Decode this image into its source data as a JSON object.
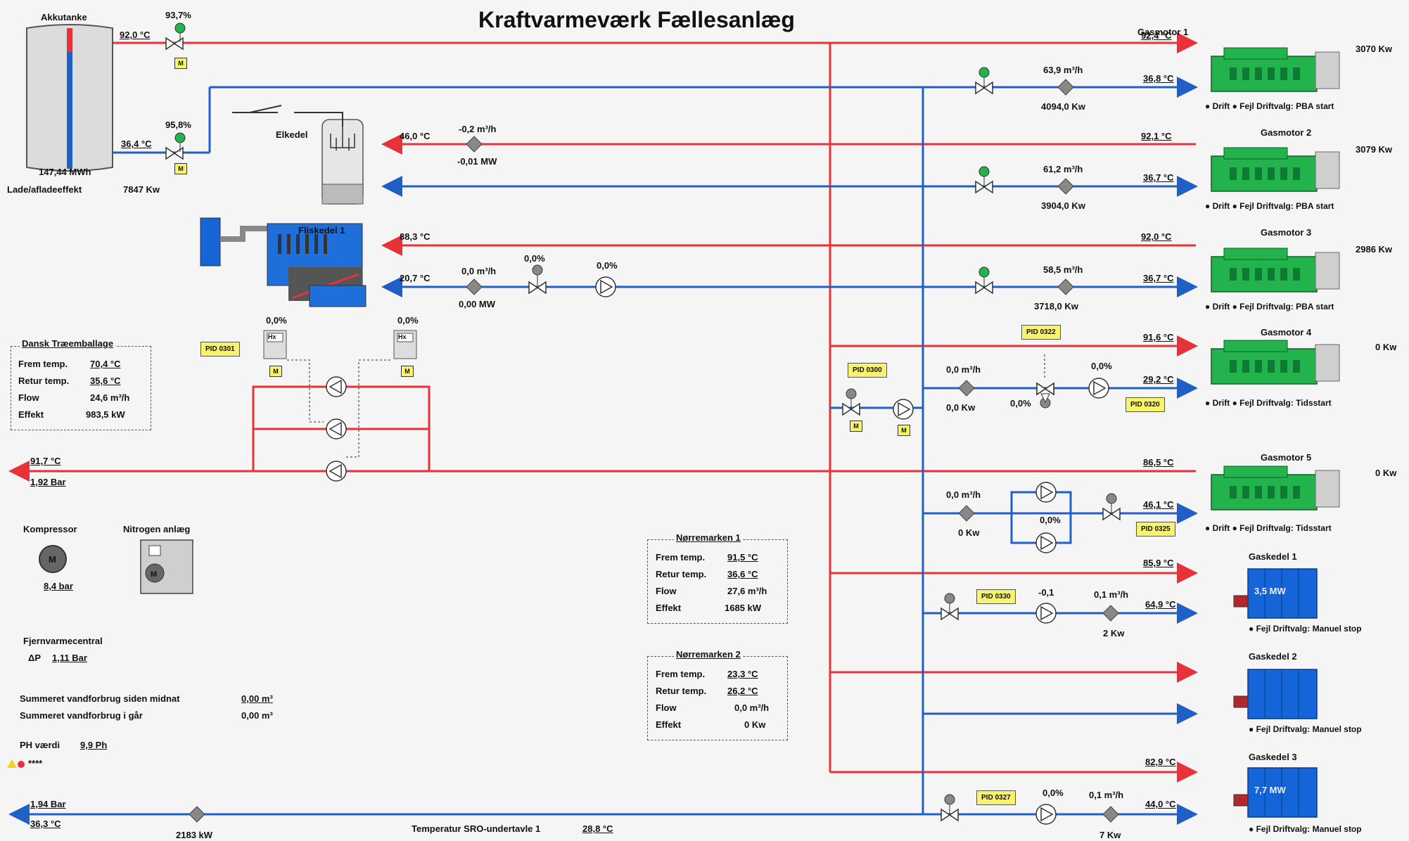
{
  "title": "Kraftvarmeværk Fællesanlæg",
  "colors": {
    "hot_pipe": "#e8323a",
    "cold_pipe": "#1f5fc6",
    "engine": "#22b34c",
    "boiler": "#1565d8",
    "pid_bg": "#f7f36a"
  },
  "akkutanke": {
    "label": "Akkutanke",
    "valve_top_pct": "93,7%",
    "valve_bottom_pct": "95,8%",
    "temp_top": "92,0 °C",
    "temp_bottom": "36,4 °C",
    "energy": "147,44 MWh",
    "power_label": "Lade/afladeeffekt",
    "power": "7847 Kw"
  },
  "elkedel": {
    "label": "Elkedel",
    "temp": "46,0 °C",
    "flow": "-0,2 m³/h",
    "power": "-0,01 MW"
  },
  "fliskedel": {
    "label": "Fliskedel 1",
    "temp_hot": "88,3 °C",
    "temp_cold": "20,7 °C",
    "flow": "0,0 m³/h",
    "power": "0,00 MW",
    "valve_pct": "0,0%",
    "pump_pct": "0,0%"
  },
  "gasmotors": [
    {
      "name": "Gasmotor 1",
      "power": "3070 Kw",
      "hot_temp": "92,4 °C",
      "cold_temp": "36,8 °C",
      "flow": "63,9 m³/h",
      "heat": "4094,0 Kw",
      "status": "● Drift  ● Fejl  Driftvalg: PBA start"
    },
    {
      "name": "Gasmotor 2",
      "power": "3079 Kw",
      "hot_temp": "92,1 °C",
      "cold_temp": "36,7 °C",
      "flow": "61,2 m³/h",
      "heat": "3904,0 Kw",
      "status": "● Drift  ● Fejl  Driftvalg: PBA start"
    },
    {
      "name": "Gasmotor 3",
      "power": "2986 Kw",
      "hot_temp": "92,0 °C",
      "cold_temp": "36,7 °C",
      "flow": "58,5 m³/h",
      "heat": "3718,0 Kw",
      "status": "● Drift  ● Fejl  Driftvalg: PBA start"
    },
    {
      "name": "Gasmotor 4",
      "power": "0 Kw",
      "hot_temp": "91,6 °C",
      "cold_temp": "29,2 °C",
      "flow": "0,0 m³/h",
      "heat": "0,0 Kw",
      "status": "● Drift  ● Fejl  Driftvalg: Tidsstart",
      "valve_pct": "0,0%",
      "pump_pct": "0,0%",
      "pid": "PID 0322",
      "pid2": "PID 0320"
    },
    {
      "name": "Gasmotor 5",
      "power": "0 Kw",
      "hot_temp": "86,5 °C",
      "cold_temp": "46,1 °C",
      "flow": "0,0 m³/h",
      "heat": "0 Kw",
      "status": "● Drift  ● Fejl  Driftvalg: Tidsstart",
      "pump_pct": "0,0%",
      "pid": "PID 0325"
    }
  ],
  "gaskedels": [
    {
      "name": "Gaskedel 1",
      "rating": "3,5 MW",
      "hot_temp": "85,9 °C",
      "cold_temp": "64,9 °C",
      "flow": "0,1 m³/h",
      "heat": "2 Kw",
      "pump_pct": "-0,1",
      "pid": "PID 0330",
      "status": "● Fejl  Driftvalg: Manuel stop"
    },
    {
      "name": "Gaskedel 2",
      "rating": "",
      "status": "● Fejl  Driftvalg: Manuel stop"
    },
    {
      "name": "Gaskedel 3",
      "rating": "7,7 MW",
      "hot_temp": "82,9 °C",
      "cold_temp": "44,0 °C",
      "flow": "0,1 m³/h",
      "heat": "7 Kw",
      "pump_pct": "0,0%",
      "pid": "PID 0327",
      "status": "● Fejl  Driftvalg: Manuel stop"
    }
  ],
  "pid": {
    "p0300": "PID 0300",
    "p0301": "PID 0301"
  },
  "hx": {
    "label": "Hx",
    "left_pct": "0,0%",
    "right_pct": "0,0%"
  },
  "dansk": {
    "title": "Dansk Træemballage",
    "frem_label": "Frem temp.",
    "frem": "70,4 °C",
    "retur_label": "Retur temp.",
    "retur": "35,6 °C",
    "flow_label": "Flow",
    "flow": "24,6 m³/h",
    "effekt_label": "Effekt",
    "effekt": "983,5 kW"
  },
  "supply": {
    "temp": "91,7 °C",
    "pressure": "1,92 Bar"
  },
  "return": {
    "pressure": "1,94 Bar",
    "temp": "36,3 °C",
    "power": "2183 kW"
  },
  "kompressor": {
    "label": "Kompressor",
    "value": "8,4 bar"
  },
  "nitrogen": {
    "label": "Nitrogen anlæg"
  },
  "fjernvarme": {
    "label": "Fjernvarmecentral",
    "dp_label": "ΔP",
    "dp": "1,11 Bar"
  },
  "water": {
    "today_label": "Summeret vandforbrug siden midnat",
    "today": "0,00 m³",
    "yesterday_label": "Summeret vandforbrug i går",
    "yesterday": "0,00 m³"
  },
  "ph": {
    "label": "PH værdi",
    "value": "9,9 Ph",
    "alarm": "****"
  },
  "norremarken1": {
    "title": "Nørremarken 1",
    "frem_label": "Frem temp.",
    "frem": "91,5 °C",
    "retur_label": "Retur temp.",
    "retur": "36,6 °C",
    "flow_label": "Flow",
    "flow": "27,6 m³/h",
    "effekt_label": "Effekt",
    "effekt": "1685 kW"
  },
  "norremarken2": {
    "title": "Nørremarken 2",
    "frem_label": "Frem temp.",
    "frem": "23,3 °C",
    "retur_label": "Retur temp.",
    "retur": "26,2 °C",
    "flow_label": "Flow",
    "flow": "0,0 m³/h",
    "effekt_label": "Effekt",
    "effekt": "0 Kw"
  },
  "sro": {
    "label": "Temperatur SRO-undertavle 1",
    "value": "28,8 °C"
  }
}
